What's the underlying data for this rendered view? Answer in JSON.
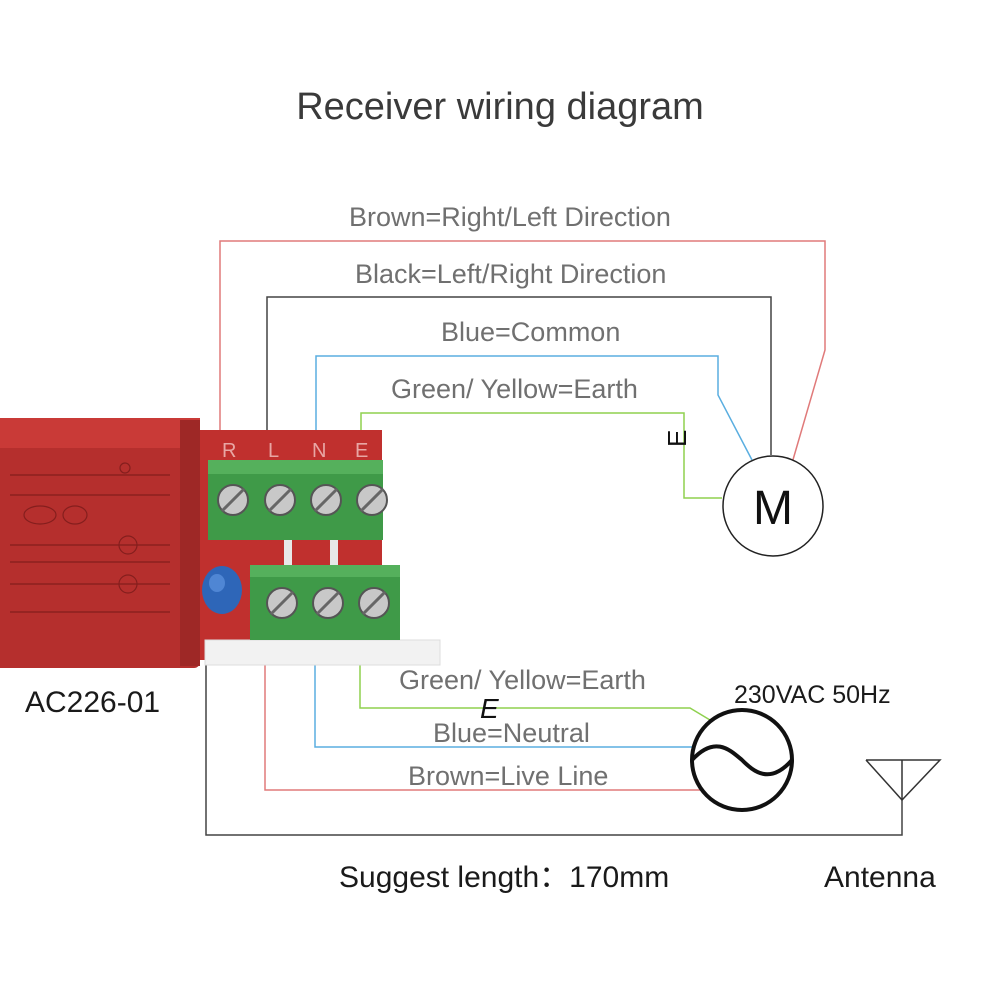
{
  "title": "Receiver wiring diagram",
  "wires_top": {
    "brown": "Brown=Right/Left Direction",
    "black": "Black=Left/Right Direction",
    "blue": "Blue=Common",
    "green": "Green/ Yellow=Earth"
  },
  "wires_bottom": {
    "green": "Green/ Yellow=Earth",
    "blue": "Blue=Neutral",
    "brown": "Brown=Live Line"
  },
  "terminal_letters": [
    "R",
    "L",
    "N",
    "E"
  ],
  "earth_symbol": "E",
  "motor_label": "M",
  "power_label": "230VAC 50Hz",
  "model": "AC226-01",
  "length_note": "Suggest length：170mm",
  "antenna_label": "Antenna",
  "colors": {
    "brown": "#d9534f",
    "black": "#333333",
    "blue": "#4a9fd4",
    "green": "#7ccc3a",
    "module_red": "#b52f2d",
    "terminal_green": "#3f9a48"
  }
}
